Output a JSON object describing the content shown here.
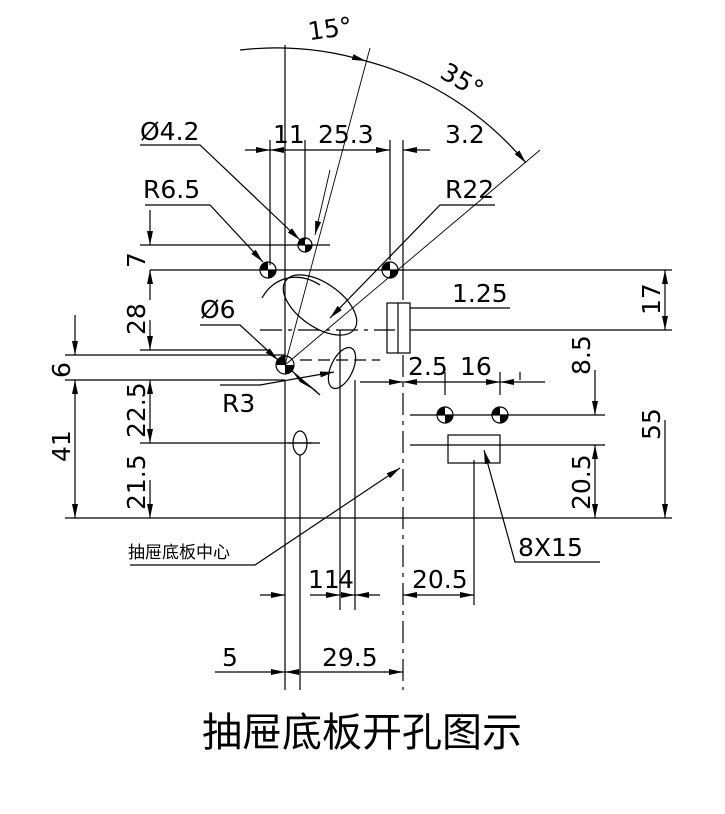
{
  "title": "抽屉底板开孔图示",
  "labels": {
    "angle_15": "15°",
    "angle_35": "35°",
    "dia_4_2": "Ø4.2",
    "dim_11_top": "11",
    "dim_25_3": "25.3",
    "dim_3_2": "3.2",
    "r_6_5": "R6.5",
    "r_22": "R22",
    "dim_7": "7",
    "dim_28": "28",
    "dim_17": "17",
    "dim_1_25": "1.25",
    "dia_6": "Ø6",
    "dim_6": "6",
    "dim_8_5": "8.5",
    "dim_2_5": "2.5",
    "dim_16": "16",
    "r_3": "R3",
    "dim_22_5": "22.5",
    "dim_41": "41",
    "dim_55": "55",
    "dim_21_5": "21.5",
    "dim_20_5_v": "20.5",
    "slot_8x15": "8X15",
    "center_note": "抽屉底板中心",
    "dim_11_bottom": "11",
    "dim_4": "4",
    "dim_20_5_h": "20.5",
    "dim_5": "5",
    "dim_29_5": "29.5"
  }
}
